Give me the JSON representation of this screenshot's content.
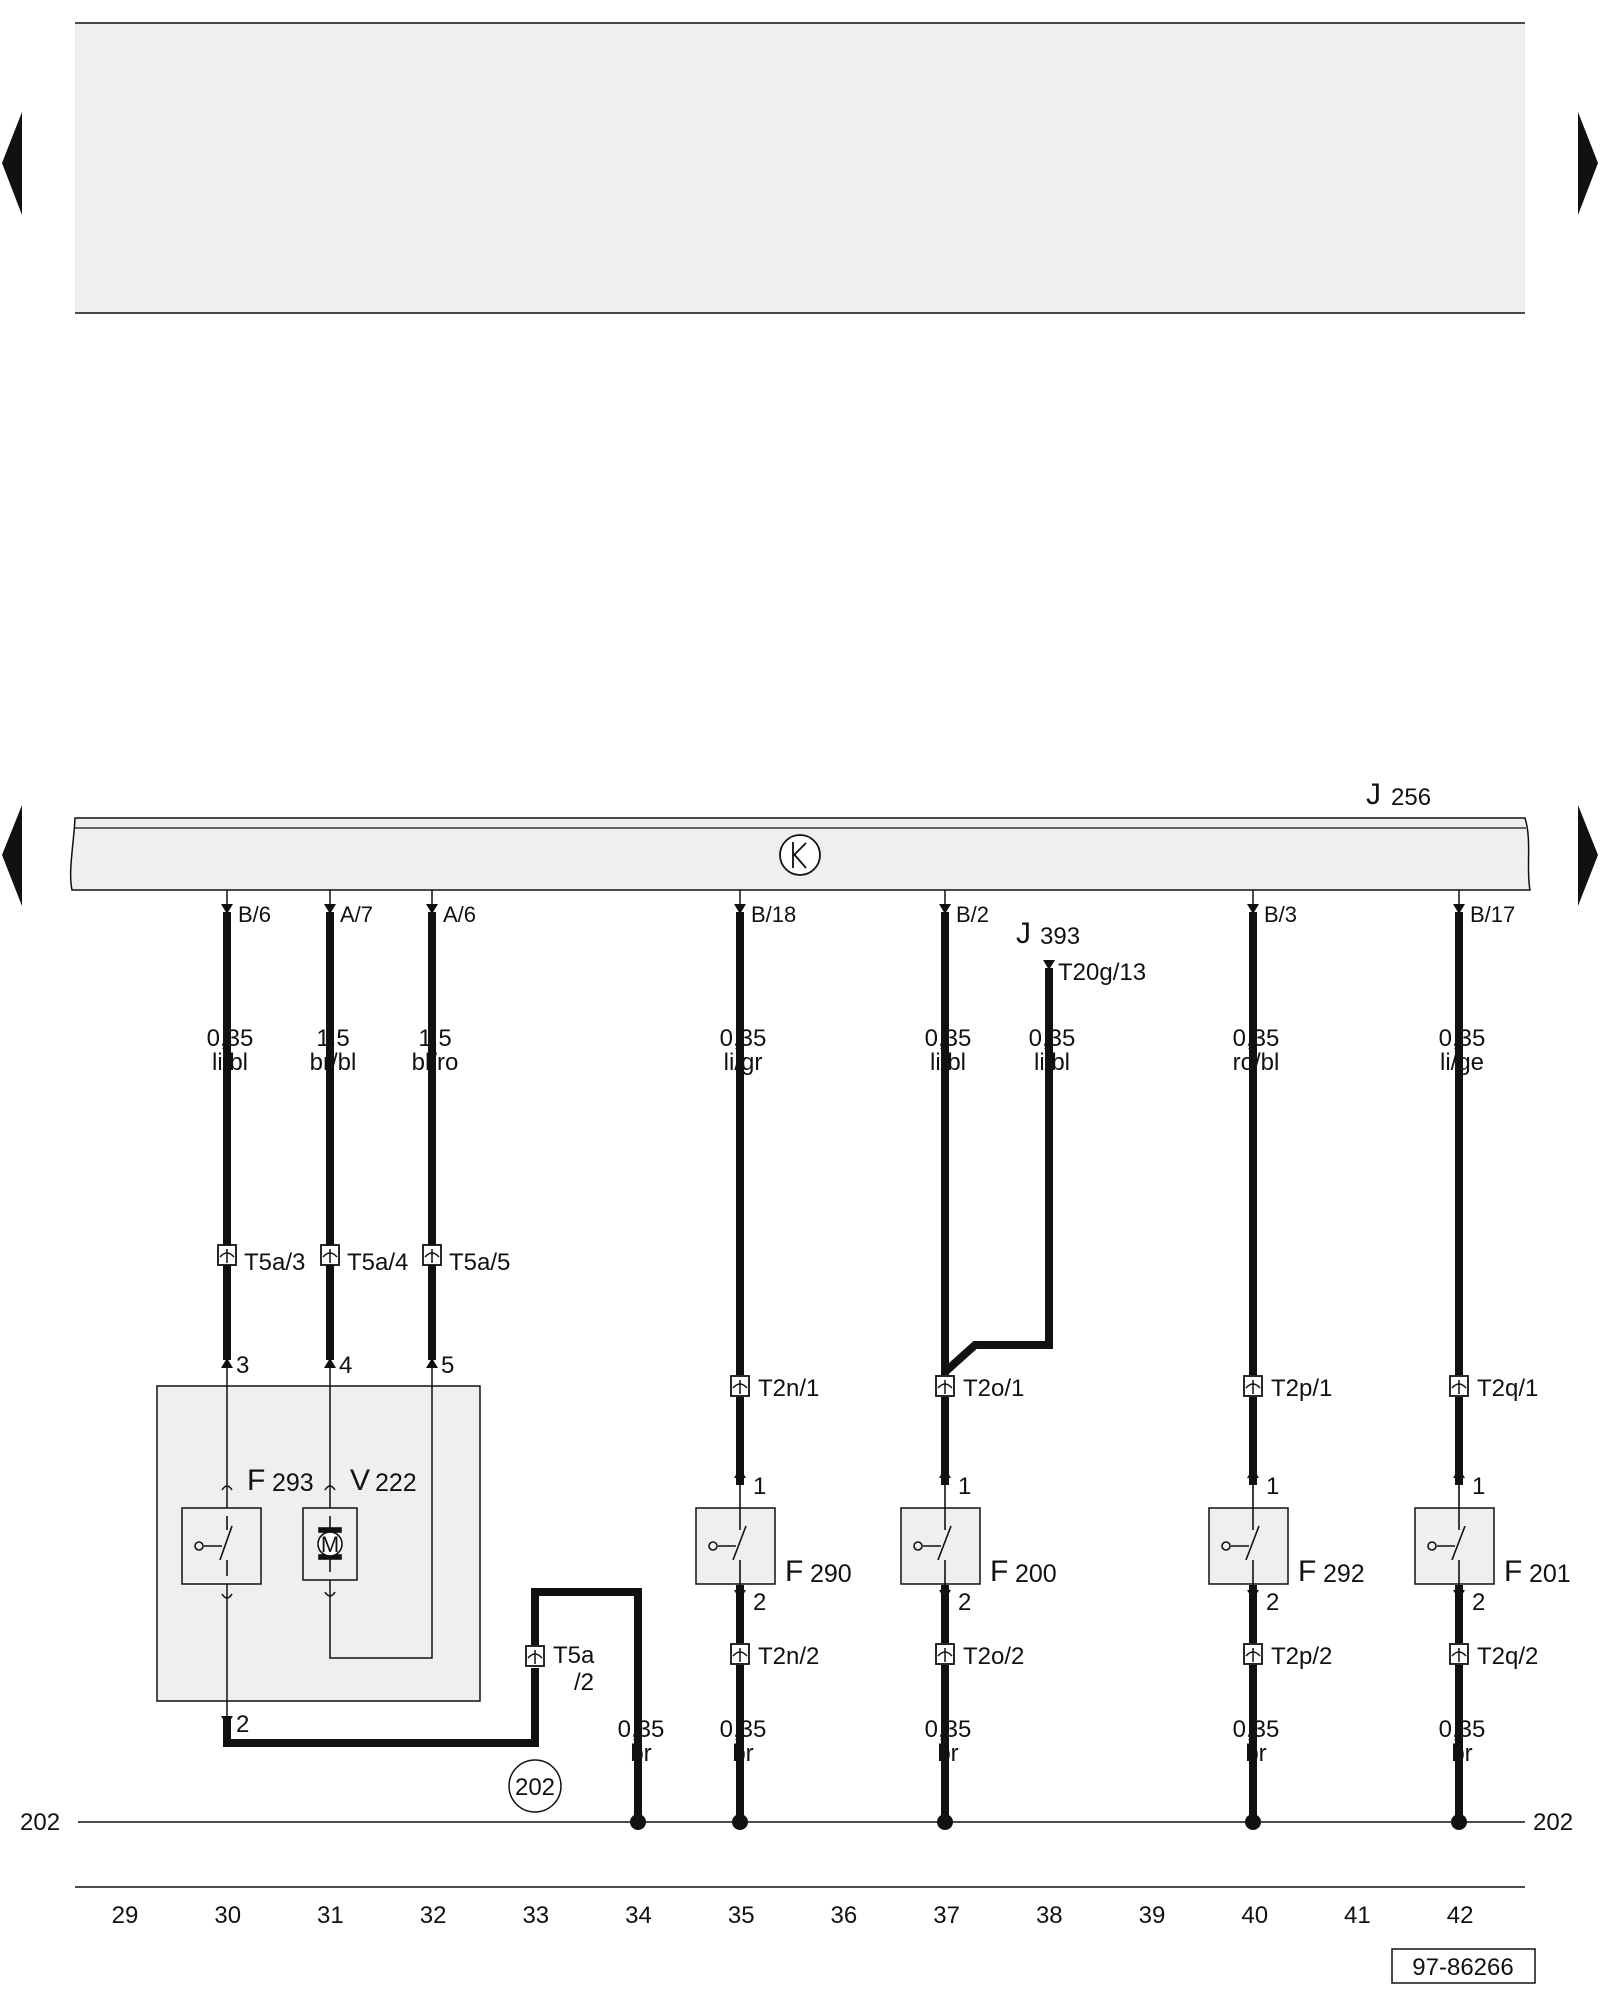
{
  "header_box": {
    "color": "#efefef"
  },
  "nav": {
    "left_arrow_top": "left-arrow-icon",
    "right_arrow_top": "right-arrow-icon",
    "left_arrow_mid": "left-arrow-icon",
    "right_arrow_mid": "right-arrow-icon"
  },
  "control_unit": {
    "code": "J",
    "number": "256",
    "symbol": "K"
  },
  "pins": {
    "p30": "B/6",
    "p31": "A/7",
    "p32": "A/6",
    "p35": "B/18",
    "p37": "B/2",
    "p40": "B/3",
    "p42": "B/17"
  },
  "j393": {
    "code": "J",
    "number": "393",
    "pin": "T20g/13"
  },
  "wires": {
    "w30": {
      "size": "0,35",
      "color": "li/bl"
    },
    "w31": {
      "size": "1,5",
      "color": "br/bl"
    },
    "w32": {
      "size": "1,5",
      "color": "bl/ro"
    },
    "w35": {
      "size": "0,35",
      "color": "li/gr"
    },
    "w37": {
      "size": "0,35",
      "color": "li/bl"
    },
    "w38": {
      "size": "0,35",
      "color": "li/bl"
    },
    "w40": {
      "size": "0,35",
      "color": "ro/bl"
    },
    "w42": {
      "size": "0,35",
      "color": "li/ge"
    },
    "b34": {
      "size": "0,35",
      "color": "br"
    },
    "b35": {
      "size": "0,35",
      "color": "br"
    },
    "b37": {
      "size": "0,35",
      "color": "br"
    },
    "b40": {
      "size": "0,35",
      "color": "br"
    },
    "b42": {
      "size": "0,35",
      "color": "br"
    }
  },
  "connectors": {
    "t5a3": "T5a/3",
    "t5a4": "T5a/4",
    "t5a5": "T5a/5",
    "t5a2_line1": "T5a",
    "t5a2_line2": "/2",
    "t2n1": "T2n/1",
    "t2o1": "T2o/1",
    "t2p1": "T2p/1",
    "t2q1": "T2q/1",
    "t2n2": "T2n/2",
    "t2o2": "T2o/2",
    "t2p2": "T2p/2",
    "t2q2": "T2q/2"
  },
  "terminals": {
    "three": "3",
    "four": "4",
    "five": "5",
    "two": "2",
    "one": "1"
  },
  "components": {
    "f293": {
      "code": "F",
      "number": "293"
    },
    "v222": {
      "code": "V",
      "number": "222",
      "symbol": "M"
    },
    "f290": {
      "code": "F",
      "number": "290"
    },
    "f200": {
      "code": "F",
      "number": "200"
    },
    "f292": {
      "code": "F",
      "number": "292"
    },
    "f201": {
      "code": "F",
      "number": "201"
    }
  },
  "ground": {
    "circle_label": "202",
    "left_label": "202",
    "right_label": "202"
  },
  "columns": [
    "29",
    "30",
    "31",
    "32",
    "33",
    "34",
    "35",
    "36",
    "37",
    "38",
    "39",
    "40",
    "41",
    "42"
  ],
  "figure_number": "97-86266"
}
